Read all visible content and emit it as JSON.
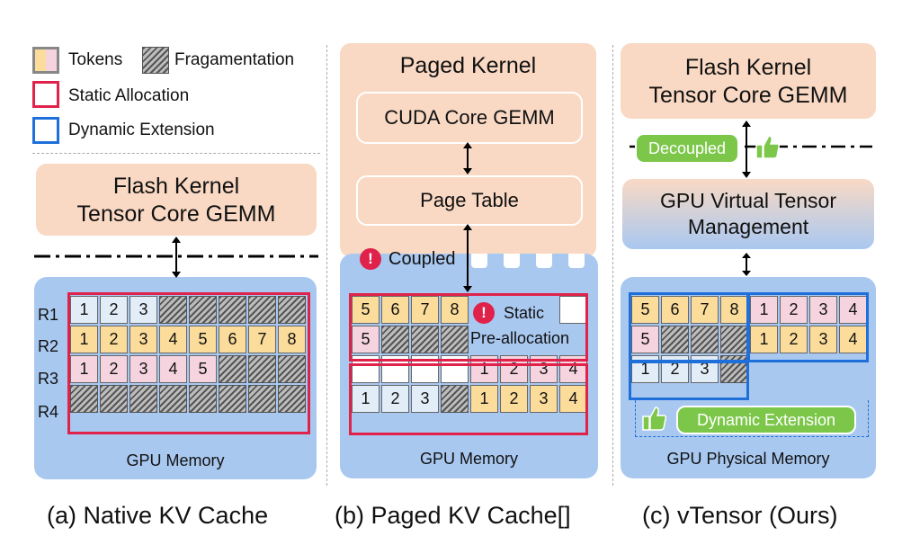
{
  "legend": {
    "tokens": "Tokens",
    "fragmentation": "Fragamentation",
    "static_allocation": "Static Allocation",
    "dynamic_extension": "Dynamic Extension"
  },
  "panel_a": {
    "kernel_line1": "Flash Kernel",
    "kernel_line2": "Tensor Core GEMM",
    "memory_label": "GPU Memory",
    "row_labels": [
      "R1",
      "R2",
      "R3",
      "R4"
    ],
    "caption": "(a) Native KV Cache"
  },
  "panel_b": {
    "kernel_title": "Paged Kernel",
    "cuda_box": "CUDA Core GEMM",
    "page_table": "Page Table",
    "coupled": "Coupled",
    "static_line1": "Static",
    "static_line2": "Pre-allocation",
    "memory_label": "GPU Memory",
    "caption": "(b) Paged KV Cache[]"
  },
  "panel_c": {
    "kernel_line1": "Flash Kernel",
    "kernel_line2": "Tensor Core GEMM",
    "decoupled": "Decoupled",
    "mgmt_line1": "GPU Virtual Tensor",
    "mgmt_line2": "Management",
    "dynamic_extension": "Dynamic Extension",
    "memory_label": "GPU Physical Memory",
    "caption": "(c) vTensor (Ours)"
  },
  "colors": {
    "kernel_bg": "#f9d9c4",
    "memory_bg": "#a9c8f0",
    "static_red": "#e0224a",
    "dynamic_blue": "#1e6fd9",
    "token_yellow": "#fbdc9b",
    "token_pink": "#f5d4e0",
    "token_blue": "#e3edf8",
    "badge_green": "#7cc74a"
  }
}
